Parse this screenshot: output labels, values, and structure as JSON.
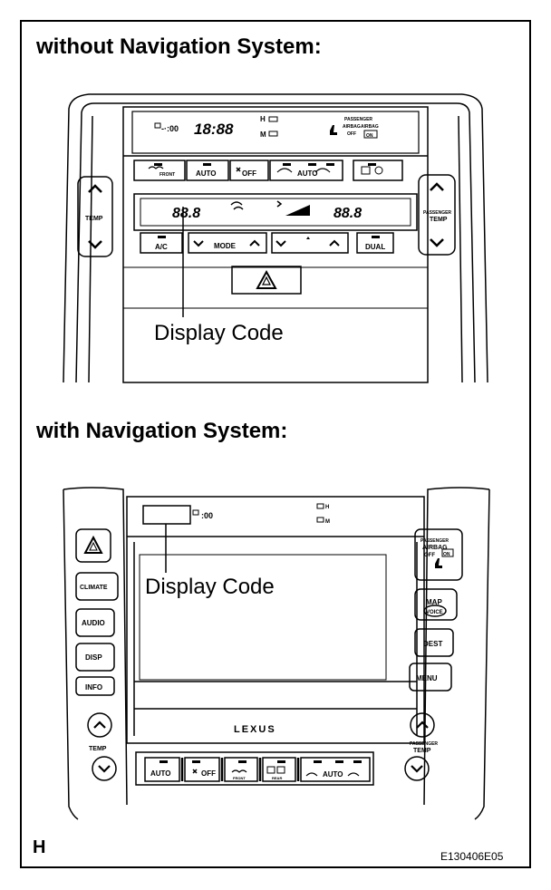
{
  "top_section": {
    "heading": "without Navigation System:",
    "callout": "Display Code",
    "clock": "18:88",
    "temp_left": "88.8",
    "temp_right": "88.8",
    "labels": {
      "h_indicator": "H",
      "m_indicator": "M",
      "passenger": "PASSENGER",
      "airbag": "AIRBAG",
      "off": "OFF",
      "on": "ON",
      "front": "FRONT",
      "auto": "AUTO",
      "fan_off": "OFF",
      "auto2": "AUTO",
      "temp": "TEMP",
      "passenger_temp1": "PASSENGER",
      "passenger_temp2": "TEMP",
      "ac": "A/C",
      "mode": "MODE",
      "dual": "DUAL",
      "clock_icon": "-·:00"
    }
  },
  "bottom_section": {
    "heading": "with Navigation System:",
    "callout": "Display Code",
    "labels": {
      "clock_suffix": ":00",
      "h_indicator": "H",
      "m_indicator": "M",
      "climate": "CLIMATE",
      "audio": "AUDIO",
      "disp": "DISP",
      "info": "INFO",
      "temp": "TEMP",
      "passenger": "PASSENGER",
      "airbag": "AIRBAG",
      "off": "OFF",
      "on": "ON",
      "map": "MAP",
      "voice": "VOICE",
      "dest": "DEST",
      "menu": "MENU",
      "passenger_temp1": "PASSENGER",
      "passenger_temp2": "TEMP",
      "lexus": "LEXUS",
      "auto": "AUTO",
      "fan_off": "OFF",
      "front": "FRONT",
      "rear": "REAR",
      "auto2": "AUTO"
    }
  },
  "corner_label": "H",
  "figure_code": "E130406E05"
}
